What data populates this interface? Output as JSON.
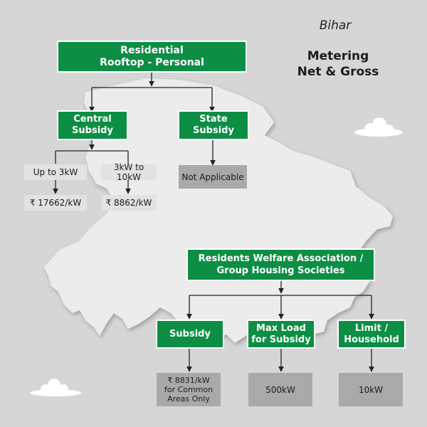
{
  "header": {
    "state": "Bihar",
    "title": "Metering\nNet & Gross"
  },
  "residential": {
    "title": "Residential\nRooftop - Personal",
    "central": {
      "label": "Central\nSubsidy",
      "tiers": [
        {
          "range": "Up to 3kW",
          "amount": "₹ 17662/kW"
        },
        {
          "range": "3kW to 10kW",
          "amount": "₹ 8862/kW"
        }
      ]
    },
    "state": {
      "label": "State\nSubsidy",
      "value": "Not Applicable"
    }
  },
  "rwa": {
    "title": "Residents Welfare Association /\nGroup Housing Societies",
    "items": [
      {
        "label": "Subsidy",
        "value": "₹ 8831/kW\nfor Common\nAreas Only"
      },
      {
        "label": "Max Load\nfor Subsidy",
        "value": "500kW"
      },
      {
        "label": "Limit /\nHousehold",
        "value": "10kW"
      }
    ]
  },
  "colors": {
    "background": "#d6d6d6",
    "map": "#ececec",
    "green": "#0c8e45",
    "grey_box": "#a9a9a9",
    "line": "#222222"
  }
}
